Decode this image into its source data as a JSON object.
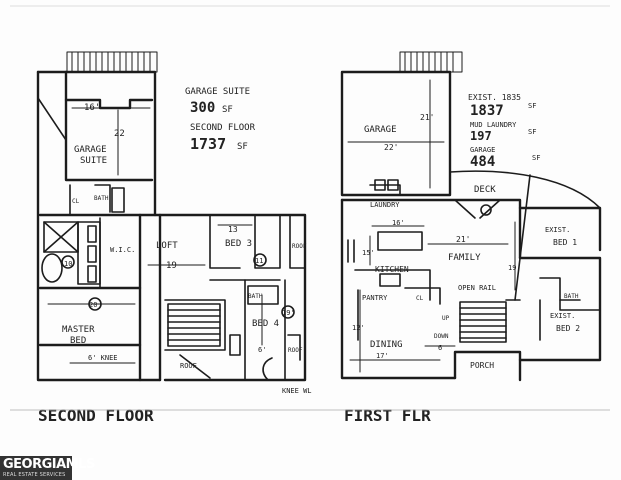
{
  "second_floor": {
    "caption": "SECOND FLOOR",
    "summary": {
      "suite_label": "GARAGE SUITE",
      "suite_sf": "300",
      "unit1": "SF",
      "floor_label": "SECOND FLOOR",
      "floor_sf": "1737",
      "unit2": "SF"
    },
    "rooms": {
      "garage_suite_1": "GARAGE",
      "garage_suite_2": "SUITE",
      "bath": "BATH",
      "cl": "CL",
      "wic": "W.I.C.",
      "loft": "LOFT",
      "bed3": "BED 3",
      "roof1": "ROOF",
      "master_1": "MASTER",
      "master_2": "BED",
      "knee": "6' KNEE",
      "bed4": "BED 4",
      "bath2": "BATH",
      "roof2": "ROOF",
      "roof3": "ROOF",
      "knee_wall": "KNEE WL"
    },
    "dims": {
      "d16": "16'",
      "d22": "22",
      "d13": "13",
      "d19": "19",
      "d10": "10",
      "d11": "11",
      "d20": "20",
      "d19b": "19'",
      "d6": "6'"
    }
  },
  "first_floor": {
    "caption": "FIRST FLR",
    "summary": {
      "exist_label": "EXIST. 1835",
      "exist_sf": "1837",
      "unit1": "SF",
      "mud_label": "MUD LAUNDRY",
      "mud_sf": "197",
      "unit2": "SF",
      "garage_label": "GARAGE",
      "garage_sf": "484",
      "unit3": "SF"
    },
    "rooms": {
      "garage": "GARAGE",
      "deck": "DECK",
      "laundry": "LAUNDRY",
      "kitchen": "KITCHEN",
      "family": "FAMILY",
      "pantry": "PANTRY",
      "cl": "CL",
      "open_rail": "OPEN RAIL",
      "up": "UP",
      "down": "DOWN",
      "dining": "DINING",
      "porch": "PORCH",
      "exist_bed1_1": "EXIST.",
      "exist_bed1_2": "BED 1",
      "bath": "BATH",
      "exist_bed2_1": "EXIST.",
      "exist_bed2_2": "BED 2"
    },
    "dims": {
      "g22": "22'",
      "g21": "21'",
      "k16": "16'",
      "k15": "15'",
      "f21": "21'",
      "f19": "19",
      "d17": "17'",
      "d12": "12'",
      "d6": "6"
    }
  },
  "watermark": {
    "brand": "GEORGIAMLS",
    "tagline": "REAL ESTATE SERVICES"
  }
}
